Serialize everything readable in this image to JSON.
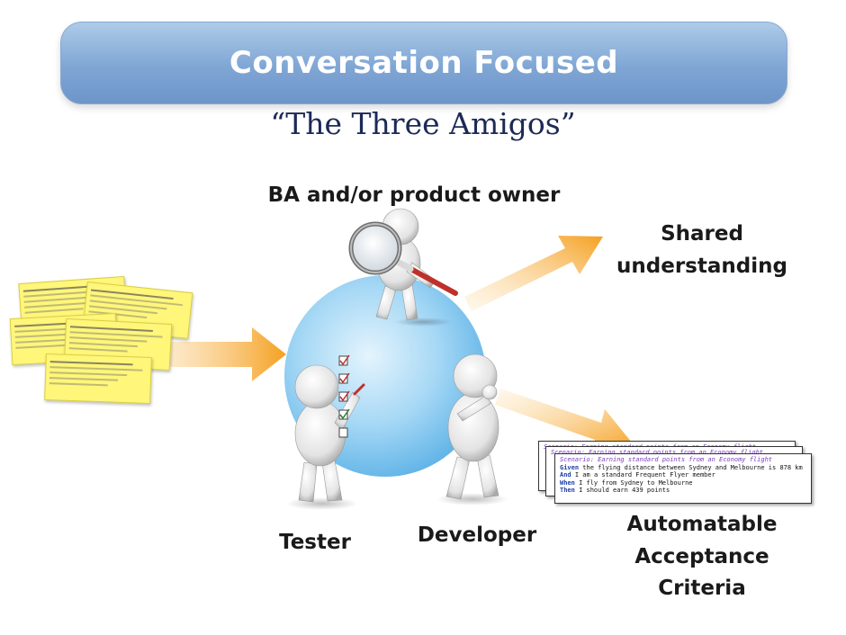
{
  "header": {
    "title": "Conversation Focused"
  },
  "subtitle": "“The Three Amigos”",
  "roles": {
    "ba": "BA and/or product owner",
    "tester": "Tester",
    "developer": "Developer"
  },
  "outcomes": {
    "shared_line1": "Shared",
    "shared_line2": "understanding",
    "auto_line1": "Automatable",
    "auto_line2": "Acceptance",
    "auto_line3": "Criteria"
  },
  "scenario_card": {
    "title": "Scenario: Earning standard points from an Economy flight",
    "given_kw": "Given",
    "given": " the flying distance between Sydney and Melbourne is 878 km",
    "and_kw": "And",
    "and": " I am a standard Frequent Flyer member",
    "when_kw": "When",
    "when": " I fly from Sydney to Melbourne",
    "then_kw": "Then",
    "then": " I should earn 439 points"
  },
  "colors": {
    "banner": "#7fa6d4",
    "sphere": "#7fc4ee",
    "arrow": "#f5a623",
    "sticky": "#fff67a",
    "subtitle": "#1c2a55"
  }
}
